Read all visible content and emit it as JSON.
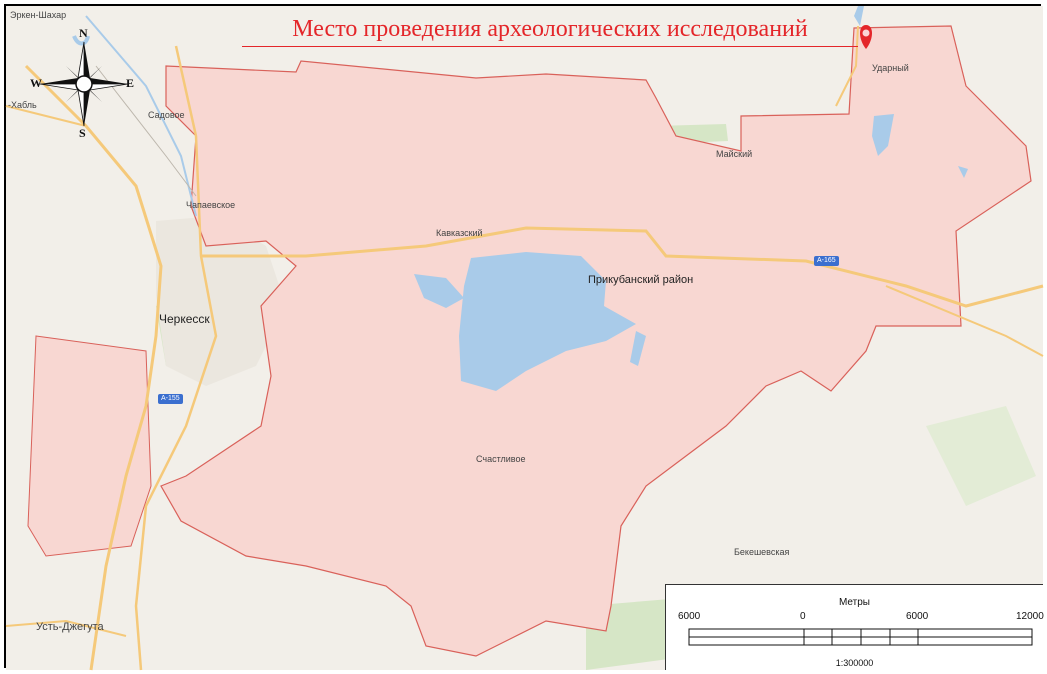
{
  "map": {
    "title": "Место проведения археологических исследований",
    "colors": {
      "land": "#f2efe9",
      "district_fill": "#f8d7d2",
      "district_border": "#d9615a",
      "water": "#a9cbe9",
      "road": "#f5c97a",
      "marker": "#e4262a"
    },
    "places": [
      {
        "id": "erken-shakhar",
        "label": "Эркен-Шахар"
      },
      {
        "id": "khabl",
        "label": "-Хабль"
      },
      {
        "id": "sadovoe",
        "label": "Садовое"
      },
      {
        "id": "chapaevskoe",
        "label": "Чапаевское"
      },
      {
        "id": "kavkazsky",
        "label": "Кавказский"
      },
      {
        "id": "maysky",
        "label": "Майский"
      },
      {
        "id": "udarny",
        "label": "Ударный"
      },
      {
        "id": "cherkessk",
        "label": "Черкесск"
      },
      {
        "id": "district",
        "label": "Прикубанский район"
      },
      {
        "id": "schastlivoe",
        "label": "Счастливое"
      },
      {
        "id": "bekeshevskaya",
        "label": "Бекешевская"
      },
      {
        "id": "ust-dzheguta",
        "label": "Усть-Джегута"
      }
    ],
    "roads": {
      "a155": "А-155",
      "a165": "А-165"
    },
    "marker_icon": "map-pin-icon",
    "compass": {
      "icon": "compass-rose-icon",
      "n": "N",
      "s": "S",
      "w": "W",
      "e": "E"
    },
    "scale": {
      "title": "Метры",
      "ticks": [
        "6000",
        "0",
        "6000",
        "12000"
      ],
      "ratio": "1:300000"
    }
  }
}
